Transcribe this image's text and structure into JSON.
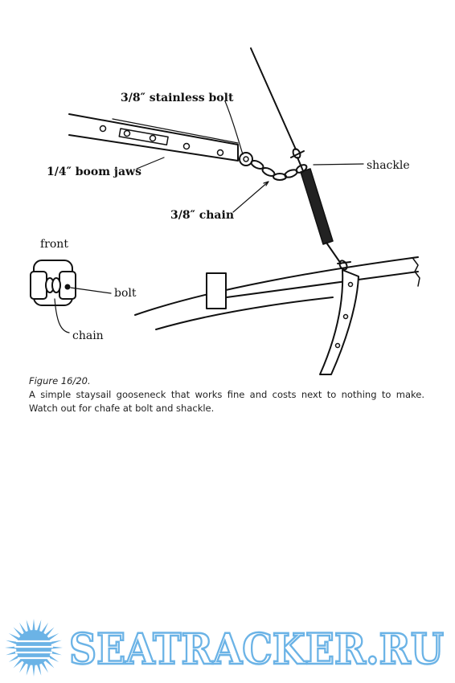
{
  "figure": {
    "labels": {
      "bolt_top": "3/8″ stainless bolt",
      "boom_jaws": "1/4″ boom jaws",
      "chain": "3/8″ chain",
      "shackle": "shackle",
      "front": "front",
      "bolt": "bolt",
      "chain_small": "chain"
    }
  },
  "caption": {
    "title": "Figure 16/20.",
    "text": "A simple staysail gooseneck that works fine and costs next to nothing to make. Watch out for chafe at bolt and shackle."
  },
  "watermark": {
    "text": "SEATRACKER.RU",
    "color": "#6bb3e6"
  }
}
